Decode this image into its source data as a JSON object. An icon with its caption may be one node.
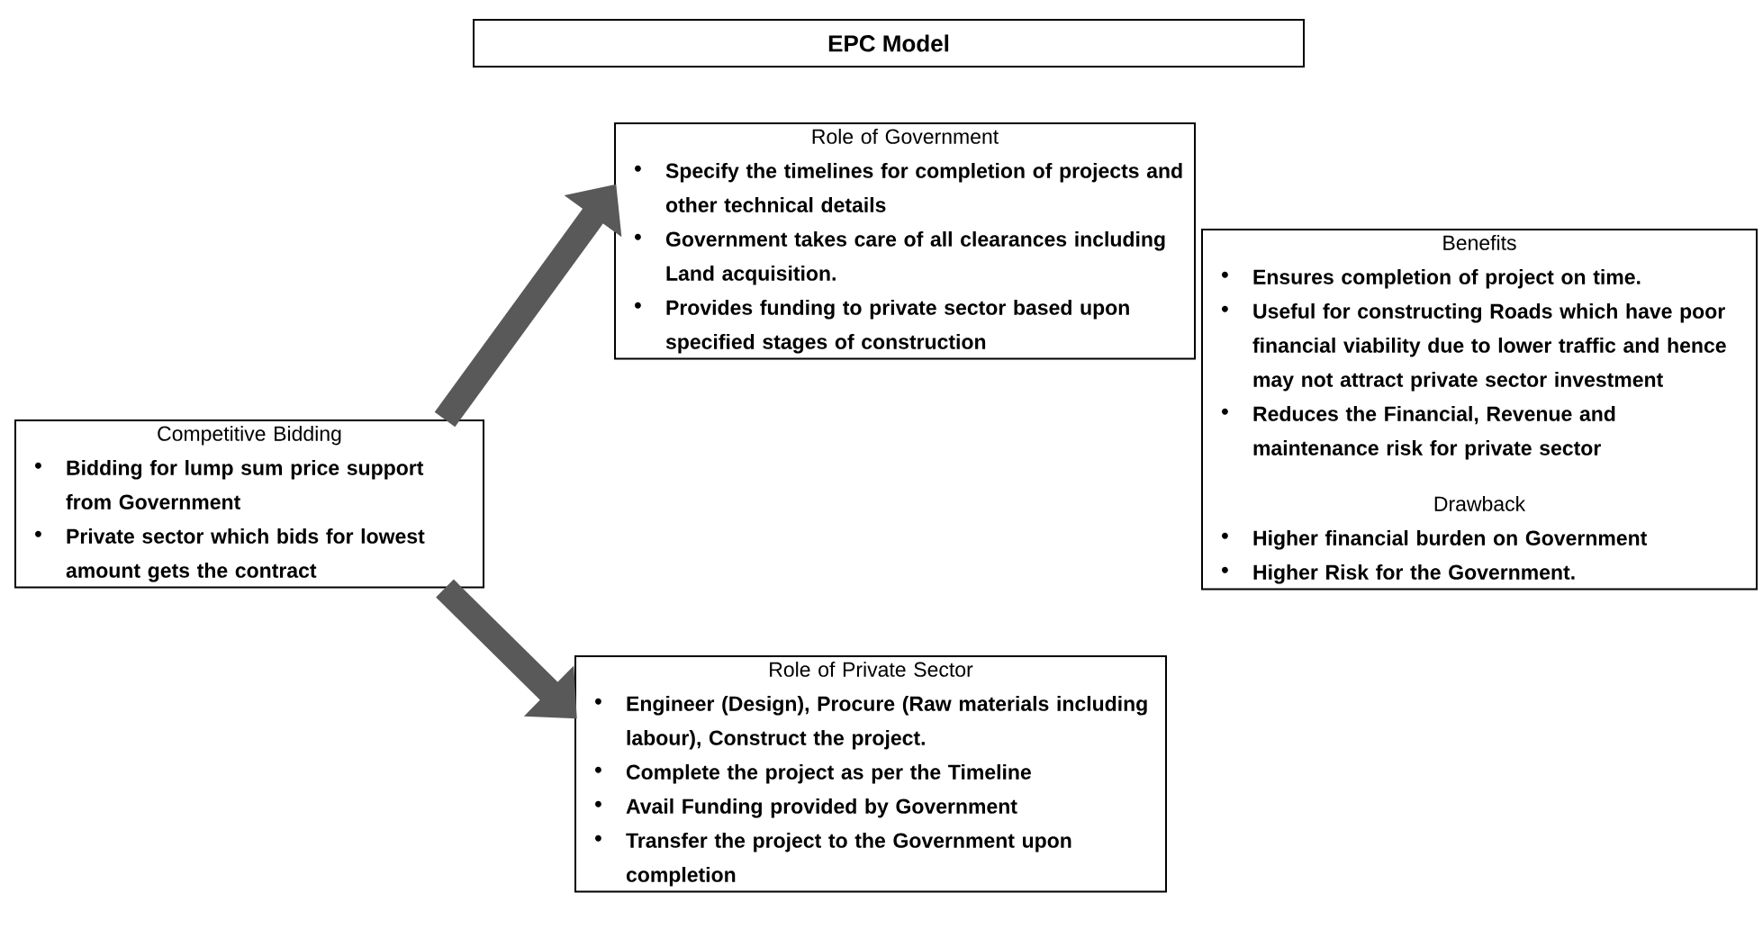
{
  "diagram": {
    "title": "EPC Model",
    "nodes": [
      {
        "text": [
          "Competitive Bidding",
          "Bidding for lump sum price support from Government",
          "Private sector which bids for lowest amount gets the contract"
        ]
      },
      {
        "text": [
          "Role of Government",
          "Specify the timelines for completion of projects and other technical details",
          "Government takes care of all clearances including Land acquisition.",
          "Provides funding to private sector based upon specified stages of construction"
        ]
      },
      {
        "text": [
          "Role of Private Sector",
          "Engineer (Design), Procure (Raw materials including labour), Construct the project.",
          "Complete the project as per the Timeline",
          "Avail Funding provided by Government",
          "Transfer the project to the Government upon completion"
        ]
      },
      {
        "text": [
          "Benefits",
          "Ensures completion of project on time.",
          "Useful for constructing Roads which have poor financial viability due to lower traffic and hence may not attract private sector investment",
          "Reduces the Financial, Revenue and maintenance risk for private sector",
          "Drawback",
          "Higher financial burden on Government",
          "Higher Risk for the Government."
        ]
      }
    ],
    "edges": [
      {
        "from": 0,
        "to": 1,
        "arrow": "to"
      },
      {
        "from": 0,
        "to": 2,
        "arrow": "to"
      }
    ]
  }
}
